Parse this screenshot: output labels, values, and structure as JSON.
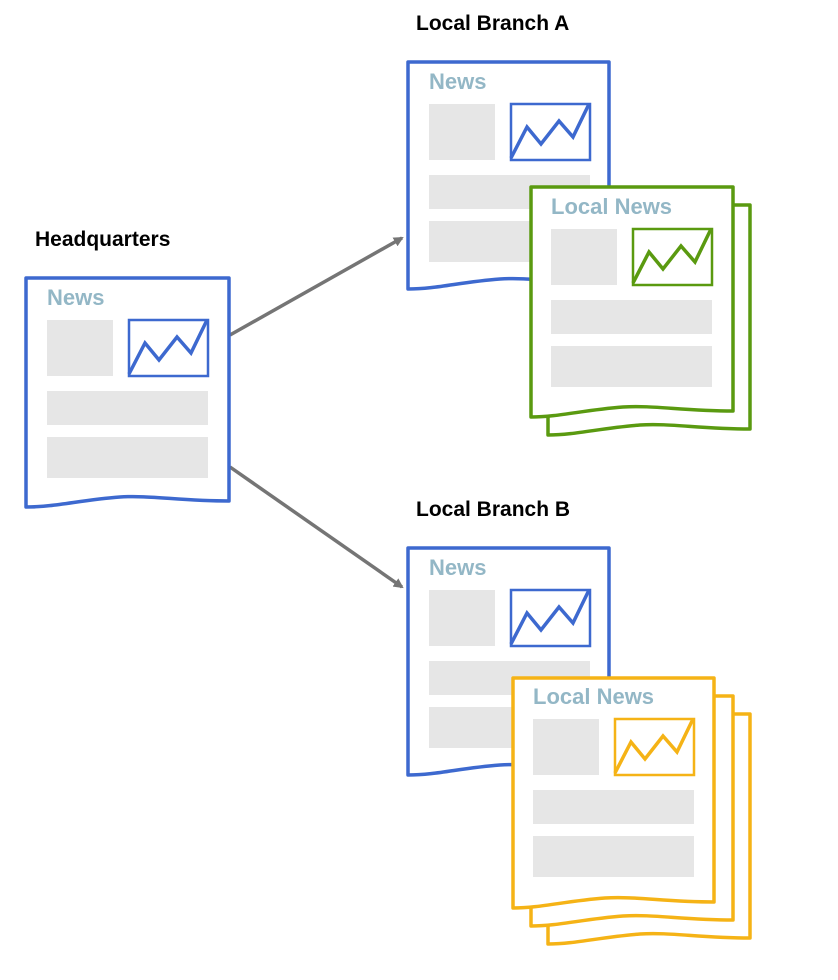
{
  "labels": {
    "headquarters": "Headquarters",
    "branch_a": "Local Branch A",
    "branch_b": "Local Branch B"
  },
  "docs": {
    "headquarters": {
      "title": "News"
    },
    "branch_a_news": {
      "title": "News"
    },
    "branch_a_local": {
      "title": "Local News"
    },
    "branch_b_news": {
      "title": "News"
    },
    "branch_b_local": {
      "title": "Local News"
    }
  },
  "colors": {
    "hq_blue": "#3d69cf",
    "branch_a_green": "#5a9a10",
    "branch_b_yellow": "#f5b316",
    "title_text": "#93b7c6",
    "placeholder_gray": "#e6e6e6",
    "arrow_gray": "#757575"
  }
}
